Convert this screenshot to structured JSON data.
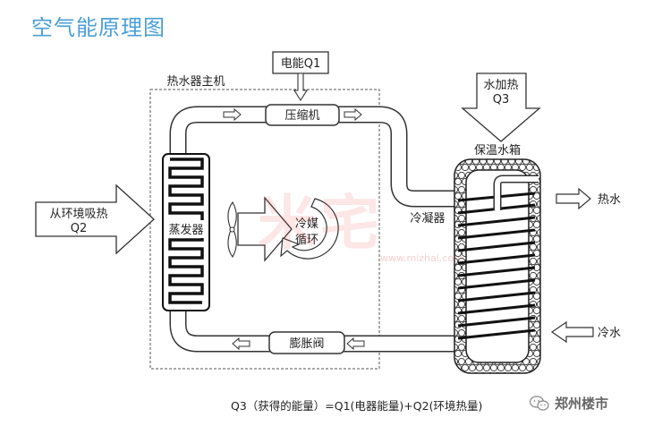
{
  "title": "空气能原理图",
  "labels": {
    "host_unit": "热水器主机",
    "electric_energy": "电能Q1",
    "water_heat_line1": "水加热",
    "water_heat_line2": "Q3",
    "compressor": "压缩机",
    "insulated_tank": "保温水箱",
    "env_heat_line1": "从环境吸热",
    "env_heat_line2": "Q2",
    "evaporator": "蒸发器",
    "refrigerant_line1": "冷媒",
    "refrigerant_line2": "循环",
    "condenser": "冷凝器",
    "hot_water": "热水",
    "cold_water": "冷水",
    "expansion_valve": "膨胀阀"
  },
  "formula": "Q3（获得的能量）=Q1(电器能量)+Q2(环境热量)",
  "brand": "郑州楼市",
  "watermark": {
    "text": "米宅",
    "url": "www.mizhai.com"
  }
}
